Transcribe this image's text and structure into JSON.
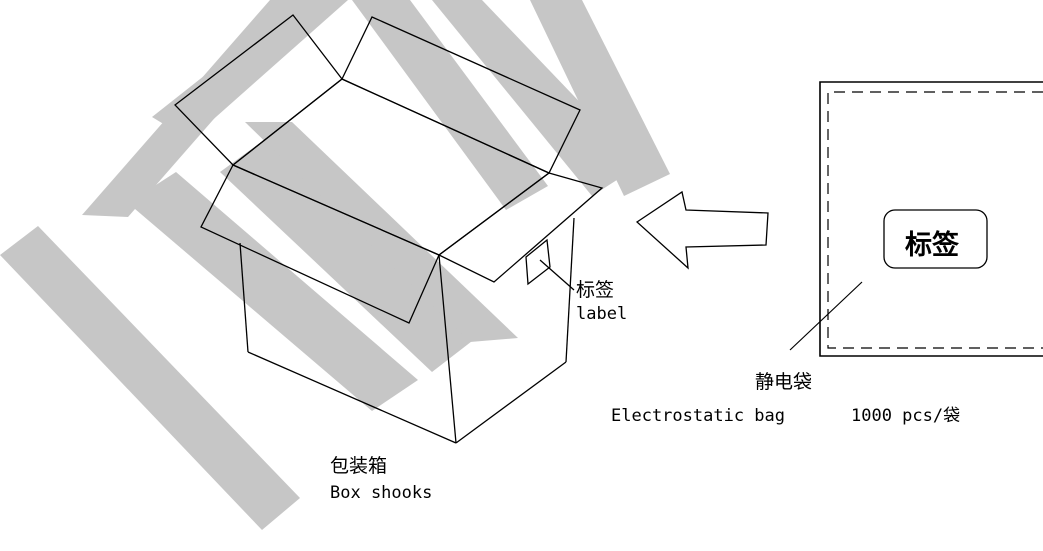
{
  "colors": {
    "line": "#000000",
    "watermark": "#c6c6c6",
    "background": "#ffffff"
  },
  "watermark": {
    "text": "NEW"
  },
  "box": {
    "label_cn": "包装箱",
    "label_en": "Box shooks"
  },
  "box_tag": {
    "label_cn": "标签",
    "label_en": "label"
  },
  "bag": {
    "tag_text": "标签",
    "label_cn": "静电袋",
    "label_en": "Electrostatic bag",
    "quantity": "1000 pcs/袋"
  },
  "arrow": {
    "icon": "left-arrow-icon"
  }
}
